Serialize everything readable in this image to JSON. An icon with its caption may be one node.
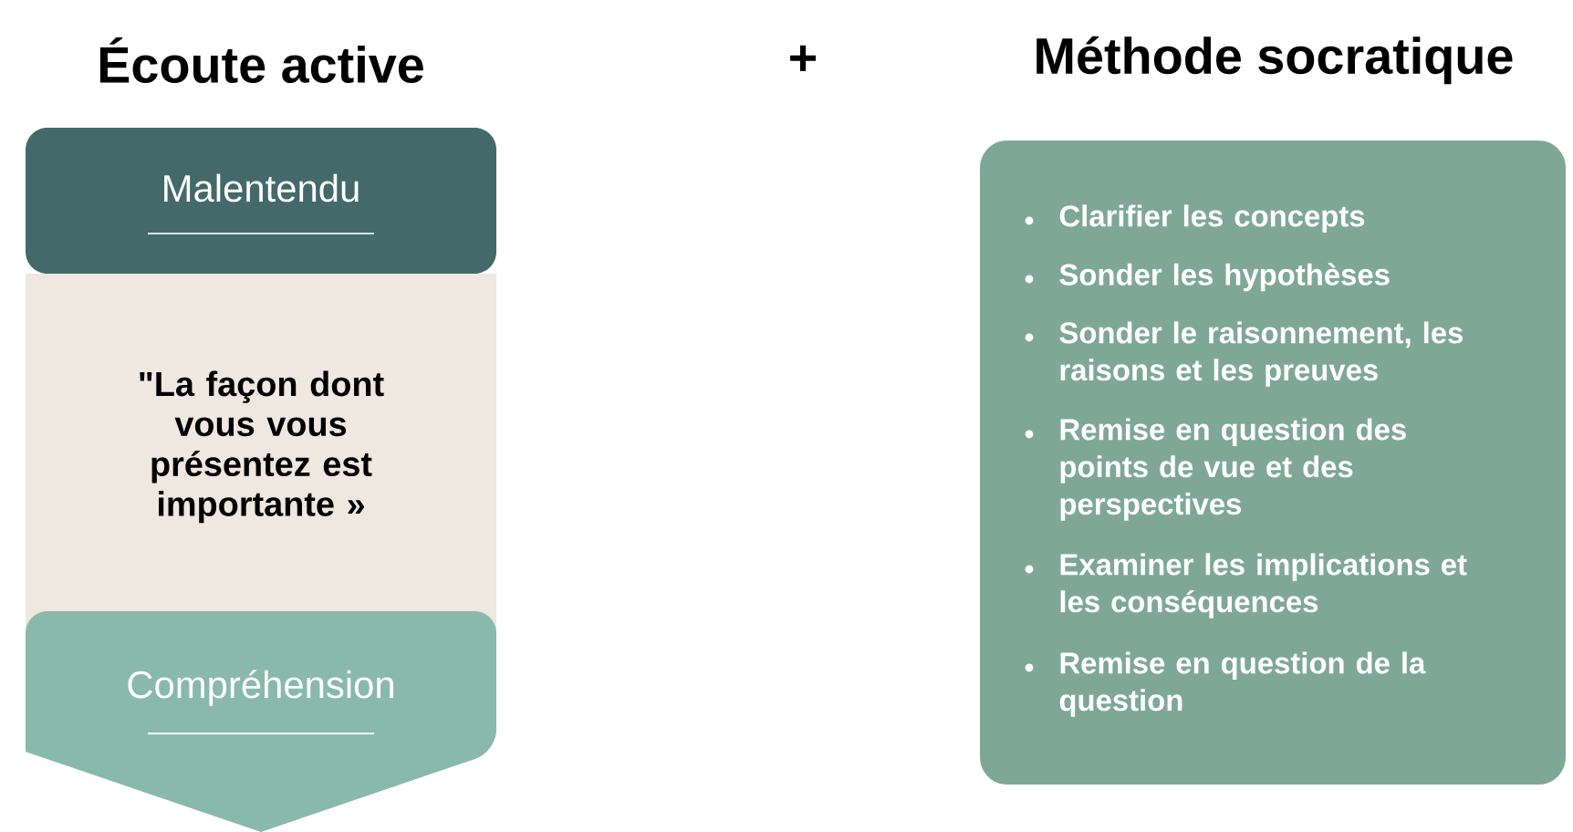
{
  "diagram": {
    "nodes": [
      {
        "text": [
          "Malentendu"
        ]
      },
      {
        "text": [
          "\"La façon dont vous vous présentez est importante »"
        ]
      },
      {
        "text": [
          "Compréhension"
        ]
      },
      {
        "text": [
          "Clarifier les concepts",
          "Sonder les hypothèses",
          "Sonder le raisonnement, les raisons et les preuves",
          "Remise en question des points de vue et des perspectives",
          "Examiner les implications et les conséquences",
          "Remise en question de la question"
        ]
      }
    ],
    "labels": [
      "Écoute active",
      "+",
      "Méthode socratique"
    ]
  }
}
